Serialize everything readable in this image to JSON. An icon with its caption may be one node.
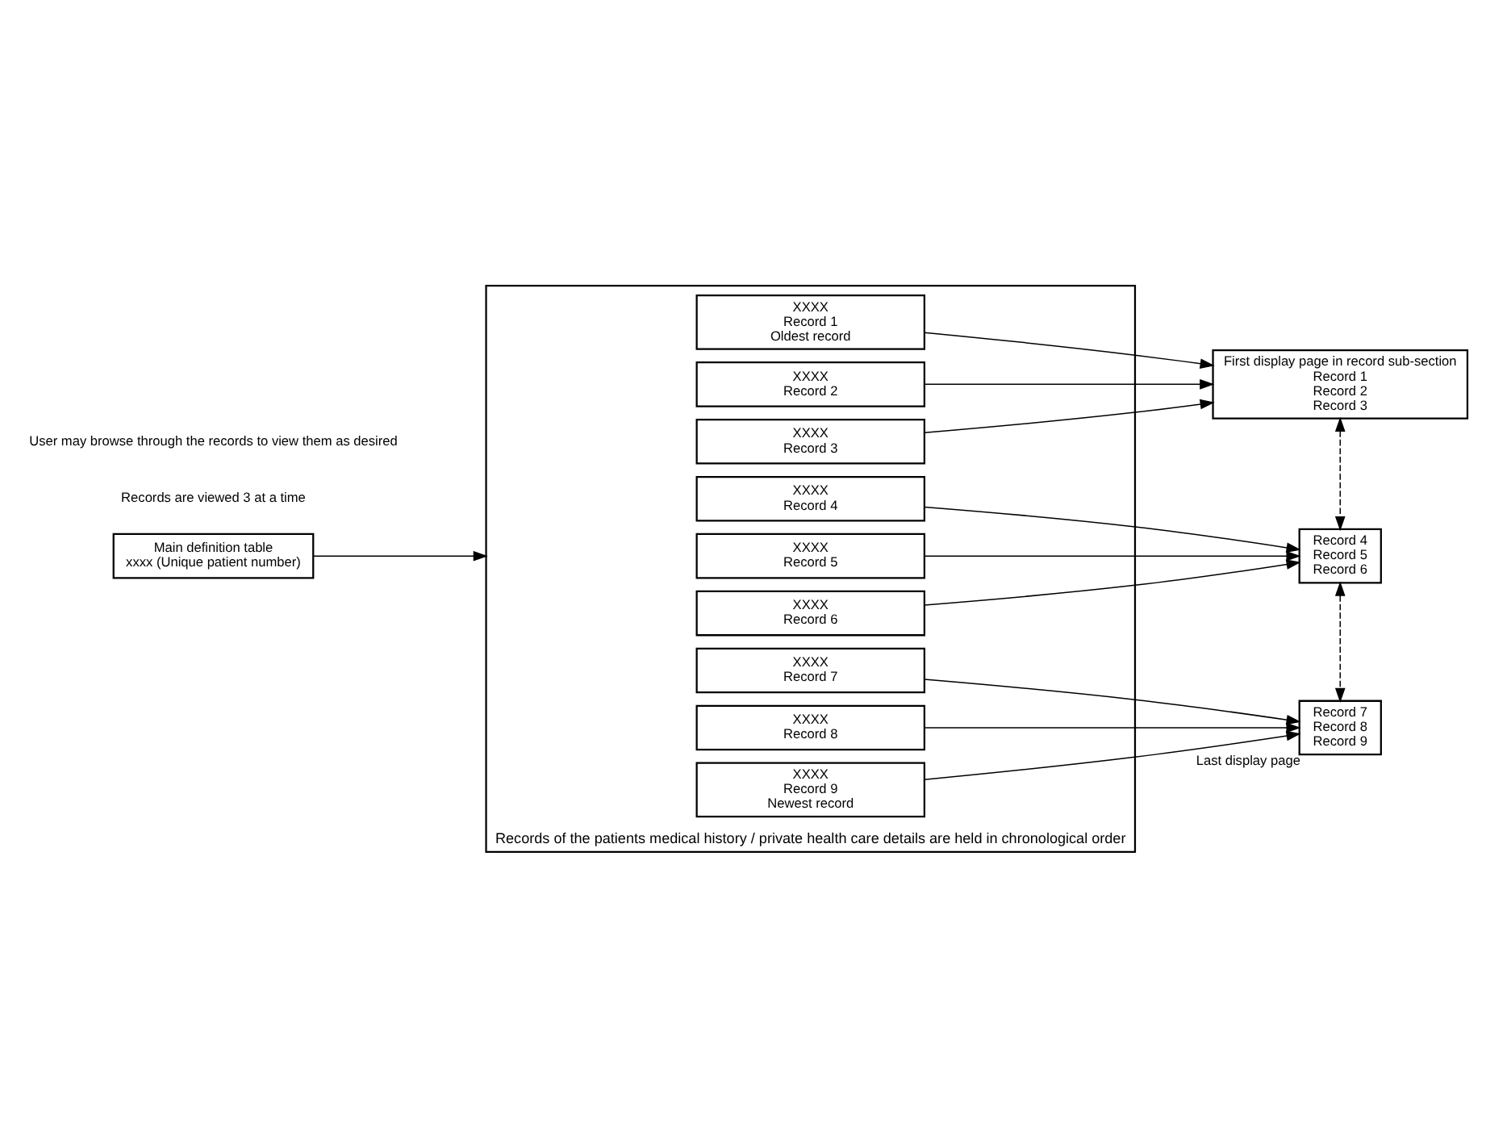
{
  "diagram": {
    "nodes": [
      {
        "text": [
          "Main definition table",
          "xxxx (Unique patient number)"
        ]
      },
      {
        "text": [
          "First display page in record sub-section",
          "Record 1",
          "Record 2",
          "Record 3"
        ]
      },
      {
        "text": [
          "Record 4",
          "Record 5",
          "Record 6"
        ]
      },
      {
        "text": [
          "Record 7",
          "Record 8",
          "Record 9"
        ],
        "beside": [
          "Last display page"
        ]
      },
      {
        "text": [],
        "shape": "box",
        "beside": [
          "Records of the patients medical history / private health care details are held in chronological order"
        ]
      },
      {
        "text": [
          "XXXX",
          "Record 1",
          "Oldest record"
        ],
        "in": 4
      },
      {
        "text": [
          "XXXX",
          "Record 2"
        ],
        "in": 4
      },
      {
        "text": [
          "XXXX",
          "Record 3"
        ],
        "in": 4
      },
      {
        "text": [
          "XXXX",
          "Record 4"
        ],
        "in": 4
      },
      {
        "text": [
          "XXXX",
          "Record 5"
        ],
        "in": 4
      },
      {
        "text": [
          "XXXX",
          "Record 6"
        ],
        "in": 4
      },
      {
        "text": [
          "XXXX",
          "Record 7"
        ],
        "in": 4
      },
      {
        "text": [
          "XXXX",
          "Record 8"
        ],
        "in": 4
      },
      {
        "text": [
          "XXXX",
          "Record 9",
          "Newest record"
        ],
        "in": 4
      }
    ],
    "edges": [
      {
        "from": 0,
        "to": 4,
        "arrow": "to"
      },
      {
        "from": 5,
        "to": 1,
        "arrow": "to"
      },
      {
        "from": 6,
        "to": 1,
        "arrow": "to"
      },
      {
        "from": 7,
        "to": 1,
        "arrow": "to"
      },
      {
        "from": 8,
        "to": 2,
        "arrow": "to"
      },
      {
        "from": 9,
        "to": 2,
        "arrow": "to"
      },
      {
        "from": 10,
        "to": 2,
        "arrow": "to"
      },
      {
        "from": 11,
        "to": 3,
        "arrow": "to"
      },
      {
        "from": 12,
        "to": 3,
        "arrow": "to"
      },
      {
        "from": 13,
        "to": 3,
        "arrow": "to"
      },
      {
        "from": 1,
        "to": 2,
        "arrow": "both",
        "style": "dashed"
      },
      {
        "from": 2,
        "to": 3,
        "arrow": "both",
        "style": "dashed"
      }
    ],
    "labels": [
      "Records are viewed 3 at a time",
      "User may browse through the records to view them as desired"
    ]
  }
}
